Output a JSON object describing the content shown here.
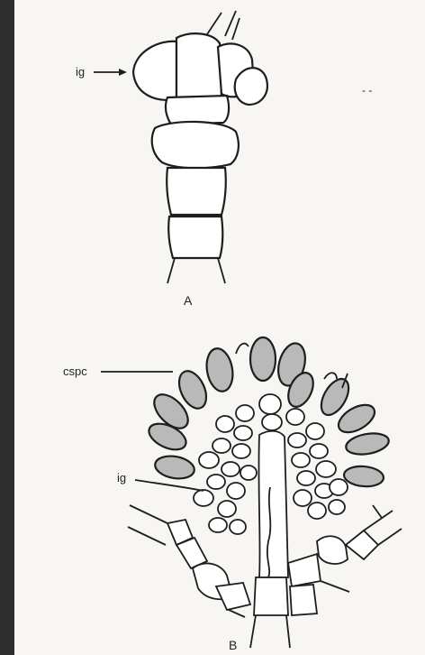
{
  "diagram": {
    "panel_a": {
      "letter": "A",
      "label_ig": "ig"
    },
    "panel_b": {
      "letter": "B",
      "label_cspc": "cspc",
      "label_ig": "ig"
    },
    "marks": "- -"
  }
}
